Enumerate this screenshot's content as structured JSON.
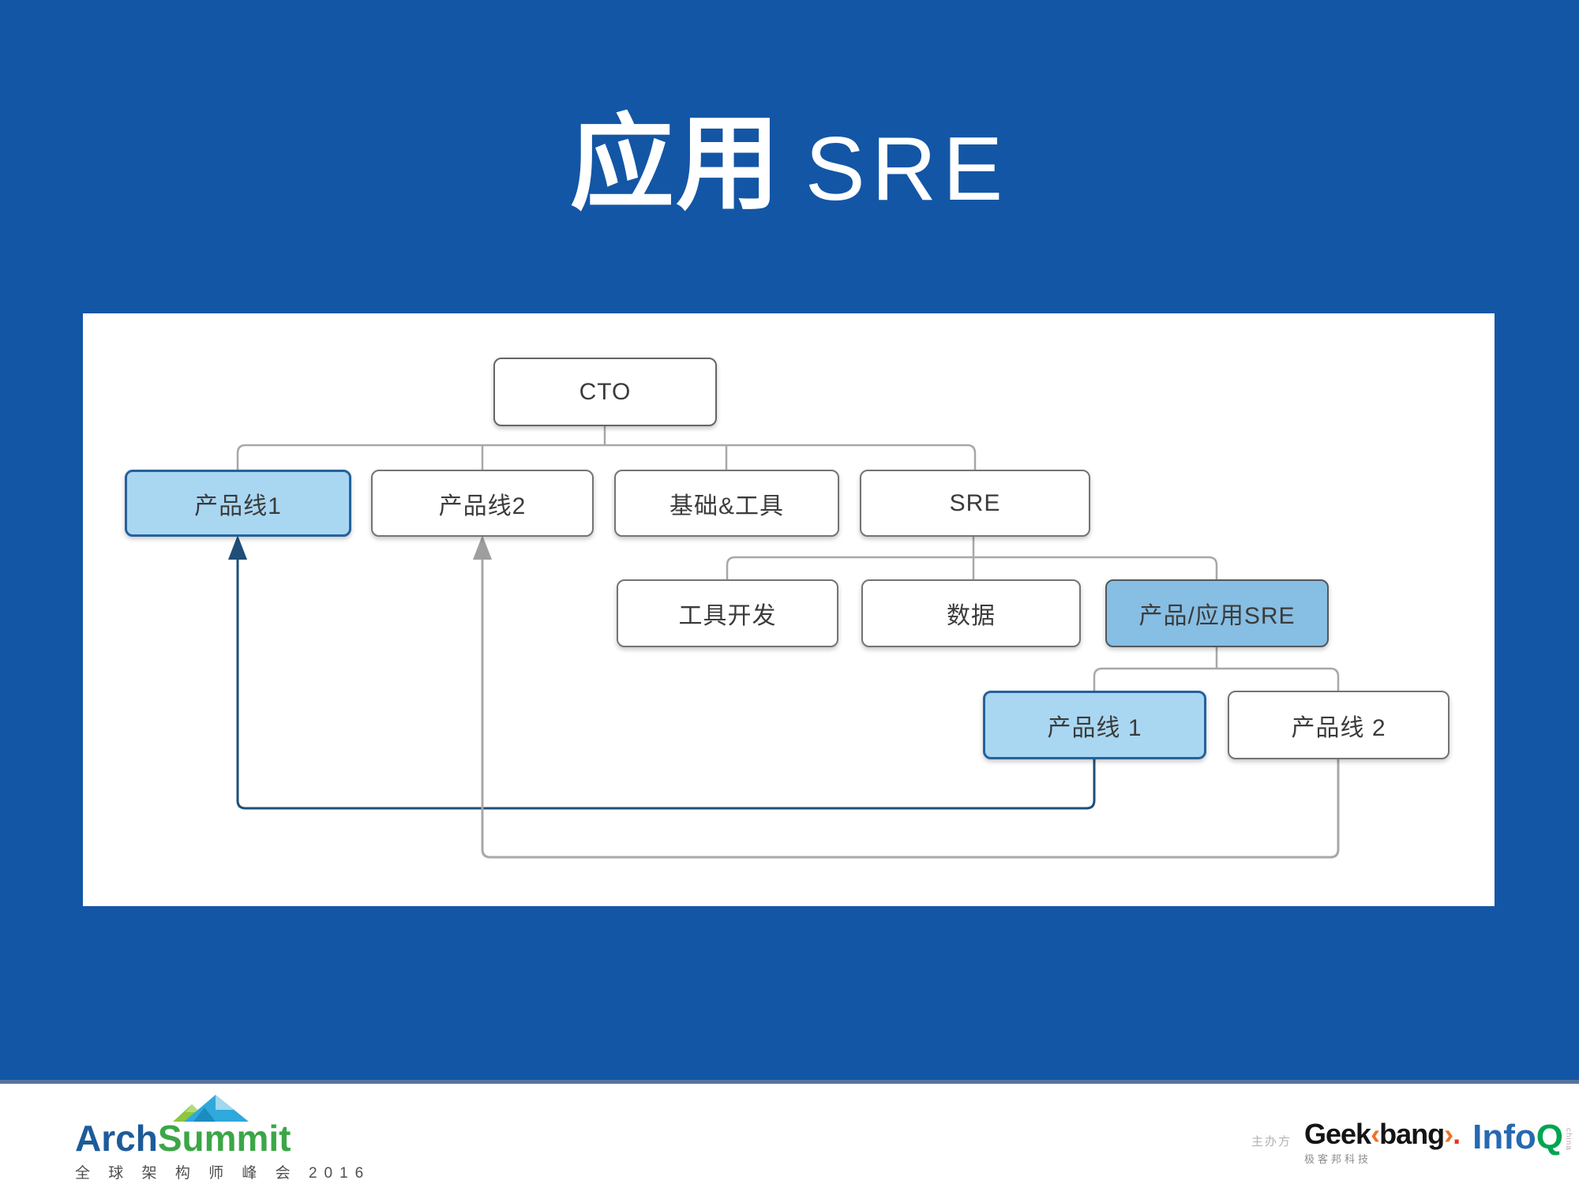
{
  "slide": {
    "title": {
      "primary": "应用",
      "secondary": "SRE"
    },
    "colors": {
      "background": "#1356A6",
      "panel": "#FFFFFF",
      "highlight_light": "#A9D7F2",
      "highlight_medium": "#87BEE3",
      "highlight_border": "#26619C",
      "navy_line": "#1F4E79",
      "navy_arrow": "#1F4E79",
      "gray_line": "#A8A8A8",
      "gray_arrow": "#9E9E9E",
      "node_border": "#747474",
      "node_text": "#3B3B3B"
    }
  },
  "diagram": {
    "nodes": {
      "cto": {
        "label": "CTO"
      },
      "pl1": {
        "label": "产品线1"
      },
      "pl2": {
        "label": "产品线2"
      },
      "infra": {
        "label": "基础&工具"
      },
      "sre": {
        "label": "SRE"
      },
      "tooldev": {
        "label": "工具开发"
      },
      "data": {
        "label": "数据"
      },
      "pasre": {
        "label": "产品/应用SRE"
      },
      "pl1b": {
        "label": "产品线 1"
      },
      "pl2b": {
        "label": "产品线 2"
      }
    },
    "edges": [
      {
        "from": "CTO",
        "to": "产品线1"
      },
      {
        "from": "CTO",
        "to": "产品线2"
      },
      {
        "from": "CTO",
        "to": "基础&工具"
      },
      {
        "from": "CTO",
        "to": "SRE"
      },
      {
        "from": "SRE",
        "to": "工具开发"
      },
      {
        "from": "SRE",
        "to": "数据"
      },
      {
        "from": "SRE",
        "to": "产品/应用SRE"
      },
      {
        "from": "产品/应用SRE",
        "to": "产品线 1"
      },
      {
        "from": "产品/应用SRE",
        "to": "产品线 2"
      },
      {
        "from": "产品线 1",
        "to": "产品线1",
        "style": "feedback-blue-arrow"
      },
      {
        "from": "产品线 2",
        "to": "产品线2",
        "style": "feedback-gray-arrow"
      }
    ],
    "highlighted": [
      "产品线1",
      "产品/应用SRE",
      "产品线 1"
    ]
  },
  "footer": {
    "archsummit": {
      "word_arch": "Arch",
      "word_summit": "Summit",
      "subtitle": "全 球 架 构 师 峰 会 2016"
    },
    "organizer_label": "主办方",
    "geekbang": {
      "part1": "Geek",
      "bracket_open": "‹",
      "part2": "bang",
      "bracket_close": "›",
      "dot": ".",
      "subtitle": "极客邦科技"
    },
    "infoq": {
      "part1": "Info",
      "part2": "Q",
      "side_text": "china"
    }
  }
}
